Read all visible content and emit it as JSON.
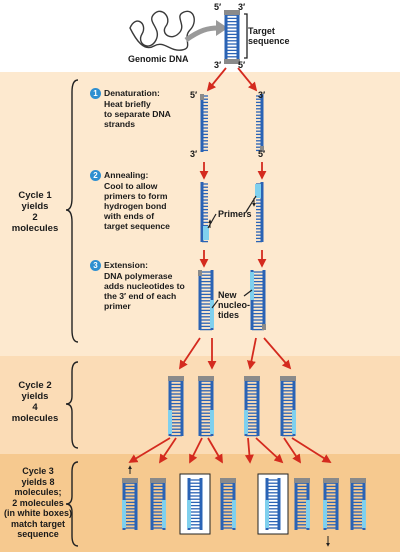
{
  "genomic_dna_label": "Genomic DNA",
  "target_label": "Target\nsequence",
  "prime_5": "5′",
  "prime_3": "3′",
  "primers_label": "Primers",
  "new_nucleotides_label": "New\nnucleo-\ntides",
  "cycle1": {
    "label": "Cycle 1\nyields\n2\nmolecules"
  },
  "cycle2": {
    "label": "Cycle 2\nyields\n4\nmolecules"
  },
  "cycle3": {
    "label": "Cycle 3\nyields 8\nmolecules;\n2 molecules\n(in white boxes)\nmatch target\nsequence"
  },
  "steps": [
    {
      "num": "1",
      "title": "Denaturation:",
      "text": "Heat briefly\nto separate DNA\nstrands"
    },
    {
      "num": "2",
      "title": "Annealing:",
      "text": "Cool to allow\nprimers to form\nhydrogen bond\nwith ends of\ntarget sequence"
    },
    {
      "num": "3",
      "title": "Extension:",
      "text": "DNA polymerase\nadds nucleotides to\nthe 3′ end of each\nprimer"
    }
  ],
  "colors": {
    "strand": "#2a63b5",
    "rung": "#2a63b5",
    "primer": "#7fd0ee",
    "arrow": "#d42a1e",
    "bracket": "#222222",
    "gray_cap": "#8a8a8a"
  }
}
